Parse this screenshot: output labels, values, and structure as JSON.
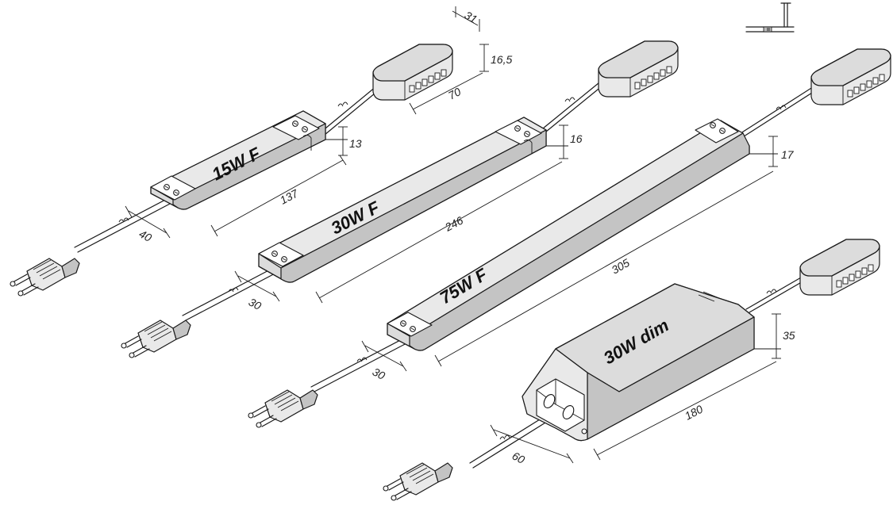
{
  "models": {
    "m15": "15W F",
    "m30": "30W F",
    "m75": "75W F",
    "m30dim": "30W dim"
  },
  "dimensions": {
    "distributor_width": "31",
    "distributor_height": "16,5",
    "distributor_length": "70",
    "h15": "13",
    "l15": "137",
    "cable15": "40",
    "h30": "16",
    "l30": "246",
    "cable30": "30",
    "h75": "17",
    "l75": "305",
    "cable75": "30",
    "hdim": "35",
    "ldim": "180",
    "cabledim": "60"
  },
  "icons": [
    "mounting-profile-icon",
    "plug-icon",
    "distributor-box-icon"
  ]
}
